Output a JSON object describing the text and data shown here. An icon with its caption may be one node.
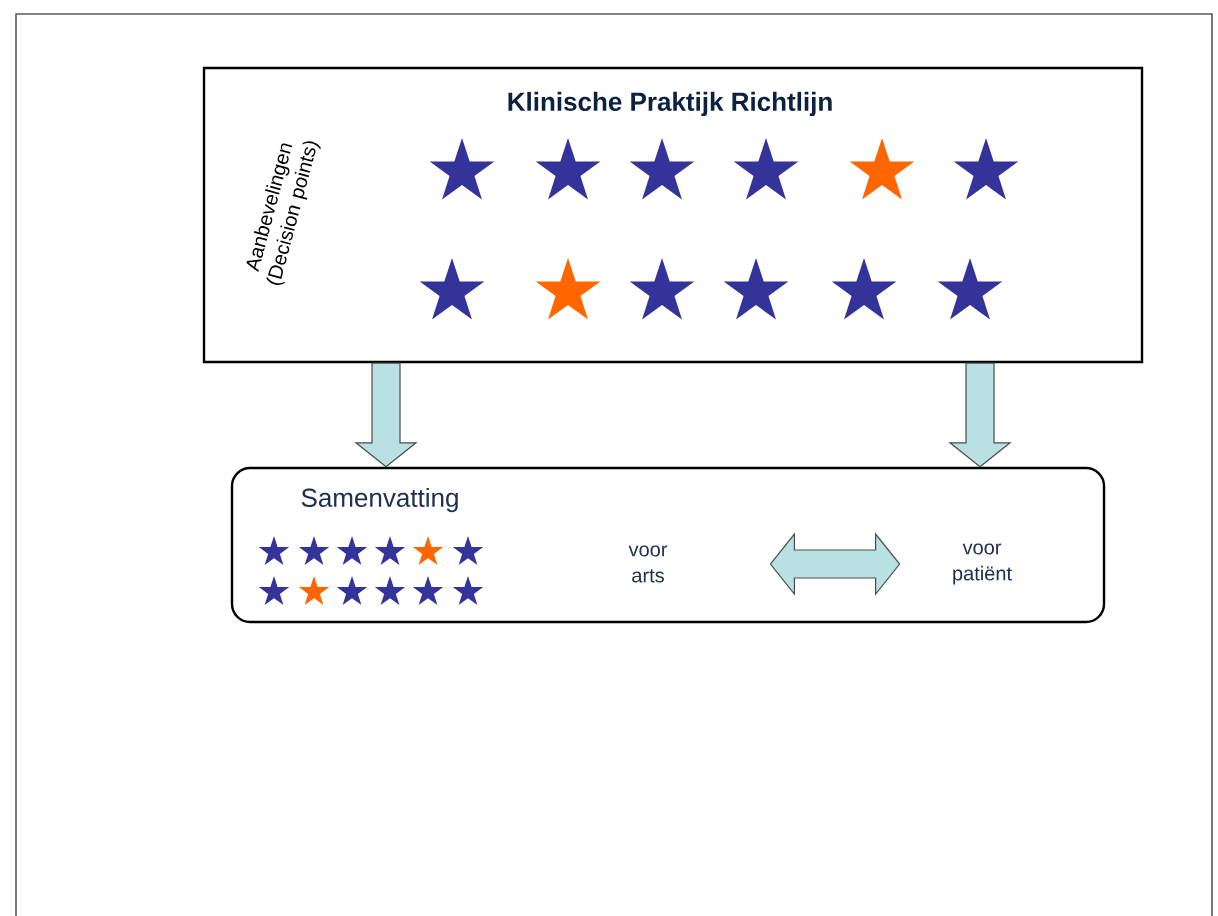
{
  "diagram": {
    "nodes": [
      {
        "text": [
          "Klinische Praktijk Richtlijn",
          "Aanbevelingen (Decision points)"
        ]
      },
      {
        "text": [
          "Samenvatting"
        ]
      },
      {
        "text": [
          "voor arts"
        ],
        "in": 1
      },
      {
        "text": [
          "voor patiënt"
        ],
        "in": 1
      }
    ],
    "edges": [
      {
        "from": 0,
        "to": 1,
        "arrow": "to"
      },
      {
        "from": 0,
        "to": 1,
        "arrow": "to"
      },
      {
        "from": 2,
        "to": 3,
        "arrow": "both"
      }
    ]
  }
}
